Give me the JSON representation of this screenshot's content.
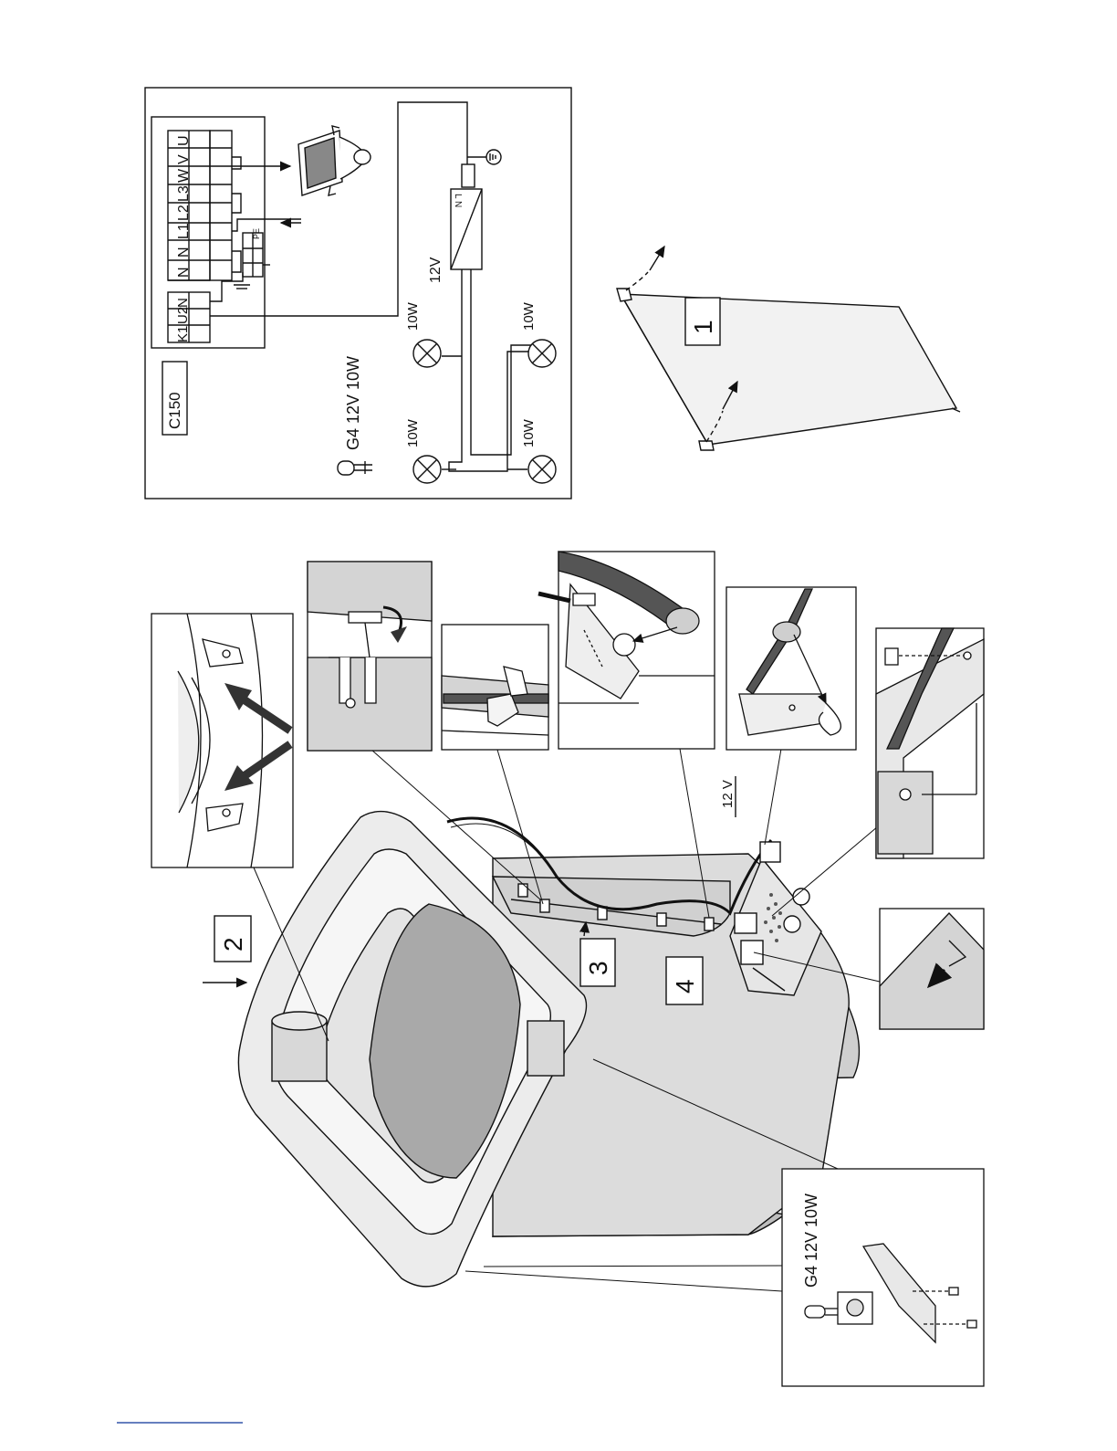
{
  "wiring": {
    "model": "C150",
    "lamp_spec": "G4 12V 10W",
    "voltage": "12V",
    "lamp_watts": [
      "10W",
      "10W",
      "10W",
      "10W"
    ],
    "terminals": [
      "K1",
      "U2",
      "N",
      "N",
      "N",
      "L1",
      "L2",
      "L3",
      "W",
      "V",
      "U"
    ],
    "pe": "PE",
    "transformer_labels": "L N"
  },
  "steps": {
    "s1": "1",
    "s2": "2",
    "s3": "3",
    "s4": "4"
  },
  "main": {
    "voltage": "12 V"
  },
  "detail_lamp": {
    "spec": "G4 12V 10W"
  },
  "colors": {
    "line": "#111111",
    "unit_fill": "#dcdcdc",
    "dark_fill": "#a9a9a9",
    "light_fill": "#ececec",
    "detail_bg": "#d4d4d4"
  }
}
